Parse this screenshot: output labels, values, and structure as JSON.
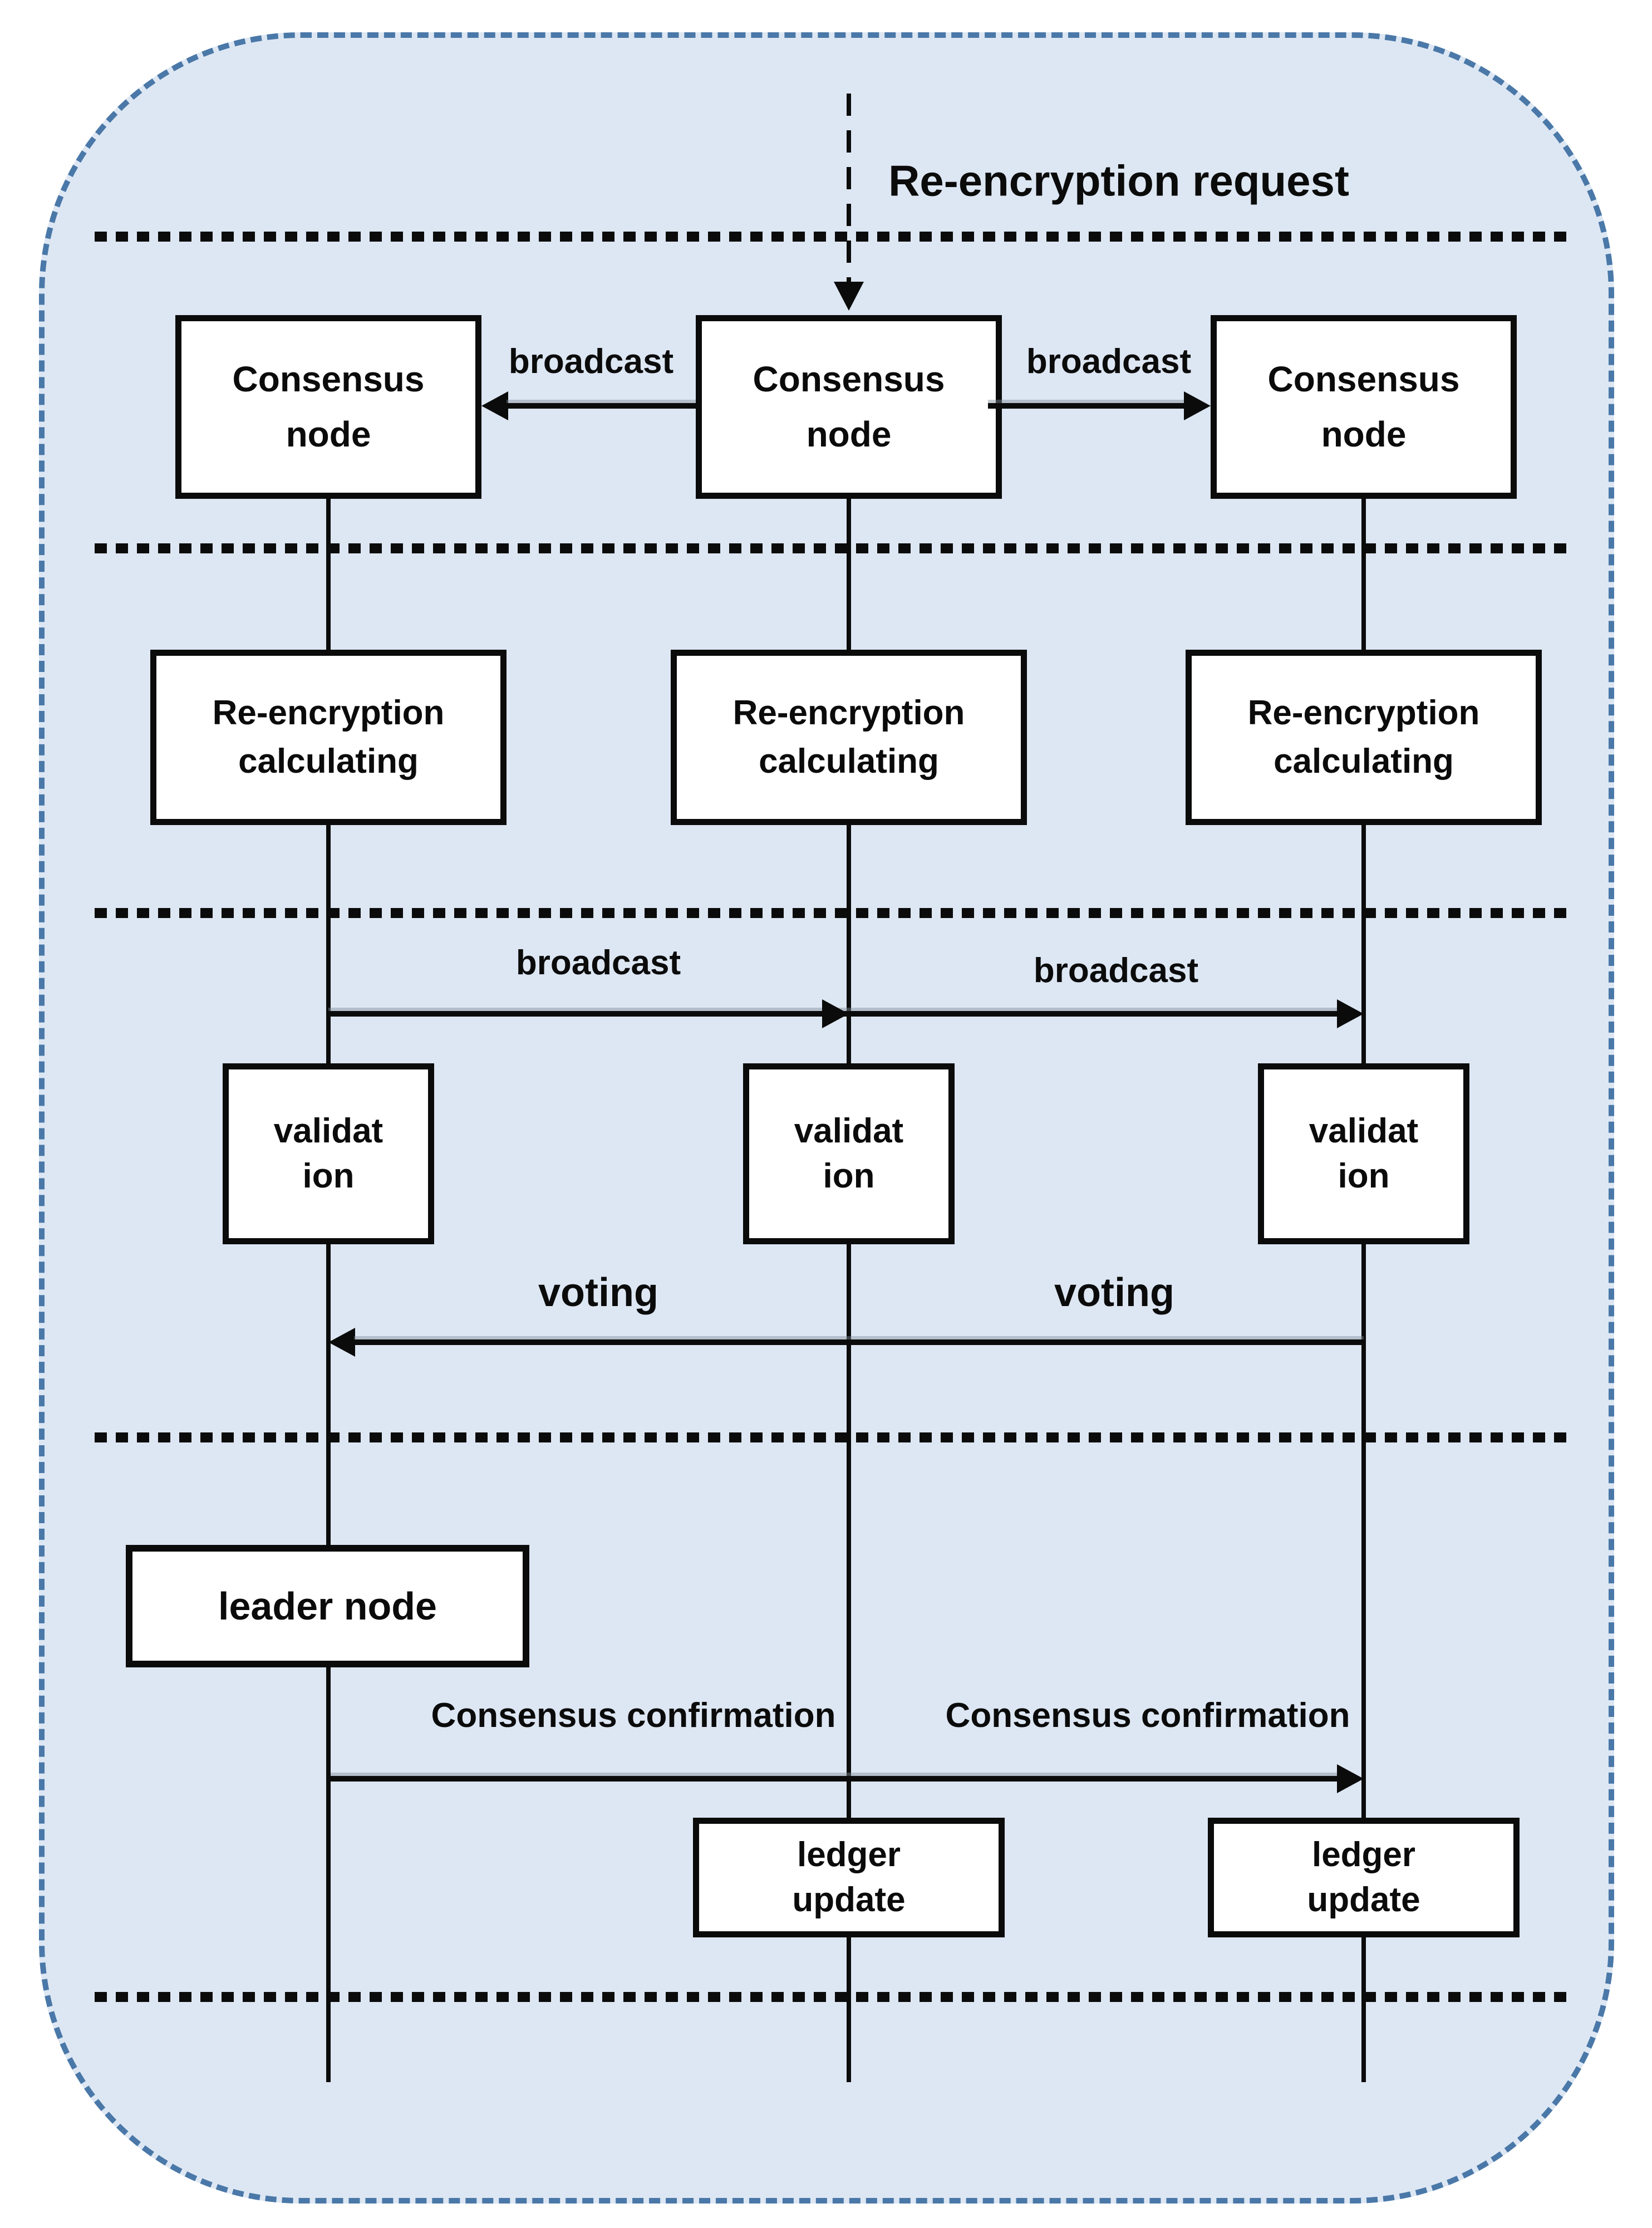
{
  "colors": {
    "page_background": "#ffffff",
    "panel_fill": "#dde7f3",
    "panel_border_blue": "#4a78a8",
    "line_color": "#0b0b0b",
    "box_fill": "#ffffff"
  },
  "request": {
    "label": "Re-encryption request"
  },
  "boxes": {
    "consensus": {
      "line1": "Consensus",
      "line2": "node"
    },
    "reencryption_calculating": {
      "line1": "Re-encryption",
      "line2": "calculating"
    },
    "validation": {
      "line1": "validat",
      "line2": "ion"
    },
    "leader": {
      "label": "leader node"
    },
    "ledger_update": {
      "line1": "ledger",
      "line2": "update"
    }
  },
  "arrow_labels": {
    "broadcast": "broadcast",
    "voting": "voting",
    "consensus_confirmation": {
      "line1": "Consensus",
      "line2": "confirmation"
    }
  }
}
